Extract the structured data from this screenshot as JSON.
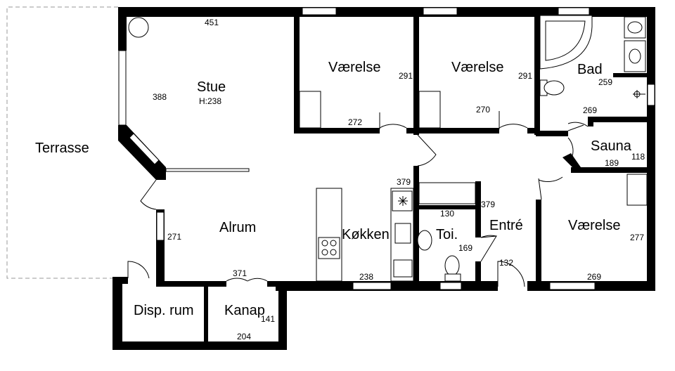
{
  "rooms": {
    "terrasse": "Terrasse",
    "stue": "Stue",
    "stue_height": "H:238",
    "vaerelse_1": "Værelse",
    "vaerelse_2": "Værelse",
    "bad": "Bad",
    "sauna": "Sauna",
    "alrum": "Alrum",
    "koekken": "Køkken",
    "toilet": "Toi.",
    "entre": "Entré",
    "vaerelse_3": "Værelse",
    "disp_rum": "Disp. rum",
    "kanap": "Kanap"
  },
  "dimensions": {
    "stue_width": "451",
    "stue_depth": "388",
    "v1_depth": "291",
    "v1_width": "272",
    "v2_depth": "291",
    "v2_width": "270",
    "bad_depth": "259",
    "bad_width": "269",
    "sauna_depth": "118",
    "sauna_width": "189",
    "koekken_depth": "379",
    "koekken_width": "238",
    "toilet_width": "130",
    "toilet_depth": "169",
    "entre_depth": "379",
    "entre_width": "132",
    "v3_depth": "277",
    "v3_width": "269",
    "alrum_depth": "271",
    "alrum_width": "371",
    "kanap_depth": "141",
    "kanap_width": "204"
  }
}
